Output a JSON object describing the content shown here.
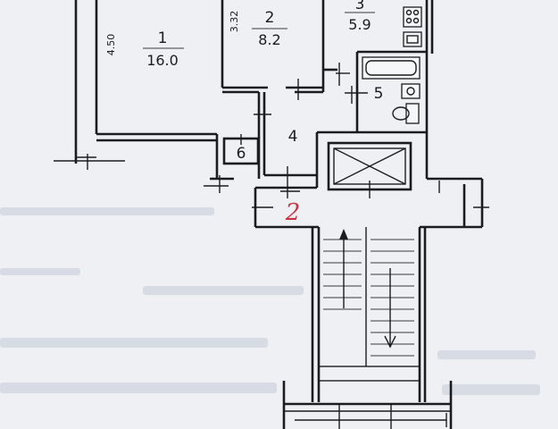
{
  "rooms": [
    {
      "id": "1",
      "number": "1",
      "area": "16.0"
    },
    {
      "id": "2",
      "number": "2",
      "area": "8.2"
    },
    {
      "id": "3",
      "number": "3",
      "area": "5.9"
    },
    {
      "id": "4",
      "number": "4"
    },
    {
      "id": "5",
      "number": "5"
    },
    {
      "id": "6",
      "number": "6"
    }
  ],
  "dimensions": {
    "room1_height": "4.50",
    "room2_height": "3.32"
  },
  "handwritten_mark": "2"
}
